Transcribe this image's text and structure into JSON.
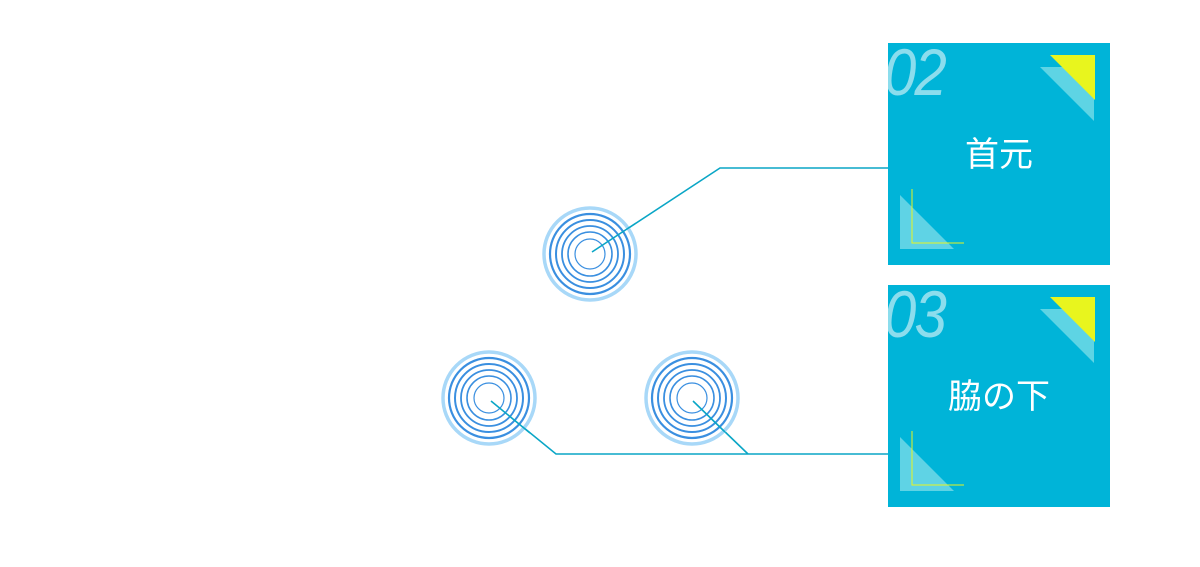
{
  "cards": [
    {
      "number": "02",
      "label": "首元"
    },
    {
      "number": "03",
      "label": "脇の下"
    }
  ],
  "colors": {
    "card": "#00b4d8",
    "leader": "#0aa6c6",
    "ring": "#3a8fe0",
    "ring_halo": "#a8d8f8",
    "accent": "#e8f51e"
  },
  "icons": [
    "target-rings-icon",
    "corner-triangle-icon"
  ]
}
